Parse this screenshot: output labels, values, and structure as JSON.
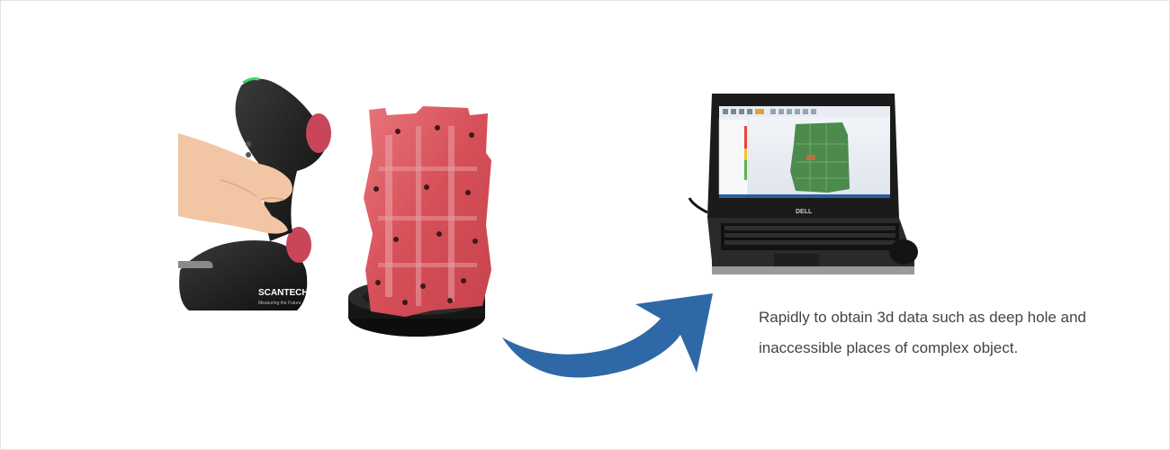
{
  "scanner": {
    "brand_logo": "SCANTECH",
    "brand_tagline": "Measuring the Future"
  },
  "laptop": {
    "brand_logo": "DELL"
  },
  "caption": {
    "line1": "Rapidly to obtain 3d data such as deep hole and",
    "line2": "inaccessible places of complex object."
  },
  "colors": {
    "arrow": "#2f68a7",
    "caption_text": "#444444",
    "engine_block": "#d95c63",
    "scan_mesh": "#4c8a4e"
  },
  "icons": {
    "scanner": "handheld-3d-scanner-icon",
    "arrow": "curved-arrow-icon",
    "laptop": "laptop-icon"
  }
}
